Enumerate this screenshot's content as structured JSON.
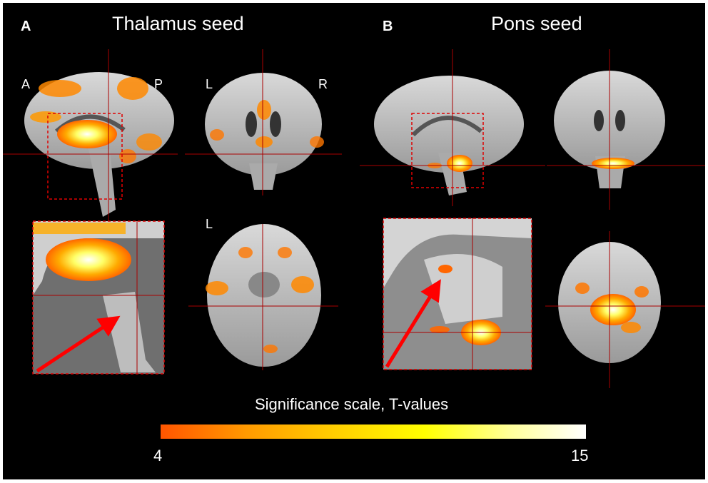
{
  "panels": [
    {
      "letter": "A",
      "title": "Thalamus seed",
      "orientation_labels": {
        "sagittal_anterior": "A",
        "sagittal_posterior": "P",
        "coronal_left": "L",
        "coronal_right": "R",
        "axial_left": "L"
      }
    },
    {
      "letter": "B",
      "title": "Pons seed"
    }
  ],
  "colorbar": {
    "title": "Significance scale, T-values",
    "min_label": "4",
    "max_label": "15",
    "min_value": 4,
    "max_value": 15,
    "colors": [
      "#ff5500",
      "#ff9900",
      "#ffcc00",
      "#ffff00",
      "#ffff99",
      "#ffffff"
    ]
  },
  "colors": {
    "background": "#000000",
    "brain_tissue": "#c8c8c8",
    "activation_low": "#ff6600",
    "activation_high": "#ffffe0",
    "crosshair": "#cc0000",
    "zoom_box": "#e00000",
    "arrow": "#ff0000"
  }
}
